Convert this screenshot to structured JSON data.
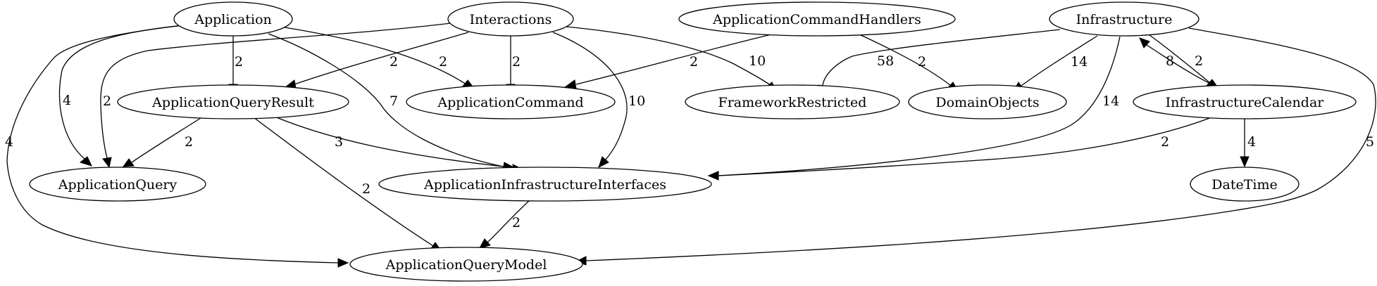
{
  "graph": {
    "nodes": {
      "application": "Application",
      "interactions": "Interactions",
      "application_command_handlers": "ApplicationCommandHandlers",
      "infrastructure": "Infrastructure",
      "application_query_result": "ApplicationQueryResult",
      "application_command": "ApplicationCommand",
      "framework_restricted": "FrameworkRestricted",
      "domain_objects": "DomainObjects",
      "infrastructure_calendar": "InfrastructureCalendar",
      "application_query": "ApplicationQuery",
      "application_infrastructure_interfaces": "ApplicationInfrastructureInterfaces",
      "date_time": "DateTime",
      "application_query_model": "ApplicationQueryModel"
    },
    "edges": [
      {
        "from": "Application",
        "to": "ApplicationQueryResult",
        "label": "2"
      },
      {
        "from": "Application",
        "to": "ApplicationQuery",
        "label": "4"
      },
      {
        "from": "Application",
        "to": "ApplicationQueryModel",
        "label": "4"
      },
      {
        "from": "Application",
        "to": "ApplicationCommand",
        "label": "2"
      },
      {
        "from": "Application",
        "to": "ApplicationInfrastructureInterfaces",
        "label": "7"
      },
      {
        "from": "Interactions",
        "to": "ApplicationQuery",
        "label": "2"
      },
      {
        "from": "Interactions",
        "to": "ApplicationQueryResult",
        "label": "2"
      },
      {
        "from": "Interactions",
        "to": "ApplicationCommand",
        "label": "2"
      },
      {
        "from": "Interactions",
        "to": "ApplicationInfrastructureInterfaces",
        "label": "10"
      },
      {
        "from": "Interactions",
        "to": "FrameworkRestricted",
        "label": "10"
      },
      {
        "from": "ApplicationCommandHandlers",
        "to": "ApplicationCommand",
        "label": "2"
      },
      {
        "from": "ApplicationCommandHandlers",
        "to": "DomainObjects",
        "label": "2"
      },
      {
        "from": "Infrastructure",
        "to": "FrameworkRestricted",
        "label": "58"
      },
      {
        "from": "Infrastructure",
        "to": "DomainObjects",
        "label": "14"
      },
      {
        "from": "Infrastructure",
        "to": "ApplicationInfrastructureInterfaces",
        "label": "14"
      },
      {
        "from": "Infrastructure",
        "to": "InfrastructureCalendar",
        "label": "2"
      },
      {
        "from": "InfrastructureCalendar",
        "to": "Infrastructure",
        "label": "8"
      },
      {
        "from": "Infrastructure",
        "to": "ApplicationQueryModel",
        "label": "5"
      },
      {
        "from": "ApplicationQueryResult",
        "to": "ApplicationQuery",
        "label": "2"
      },
      {
        "from": "ApplicationQueryResult",
        "to": "ApplicationInfrastructureInterfaces",
        "label": "3"
      },
      {
        "from": "ApplicationQueryResult",
        "to": "ApplicationQueryModel",
        "label": "2"
      },
      {
        "from": "InfrastructureCalendar",
        "to": "ApplicationInfrastructureInterfaces",
        "label": "2"
      },
      {
        "from": "InfrastructureCalendar",
        "to": "DateTime",
        "label": "4"
      },
      {
        "from": "ApplicationInfrastructureInterfaces",
        "to": "ApplicationQueryModel",
        "label": "2"
      }
    ]
  }
}
